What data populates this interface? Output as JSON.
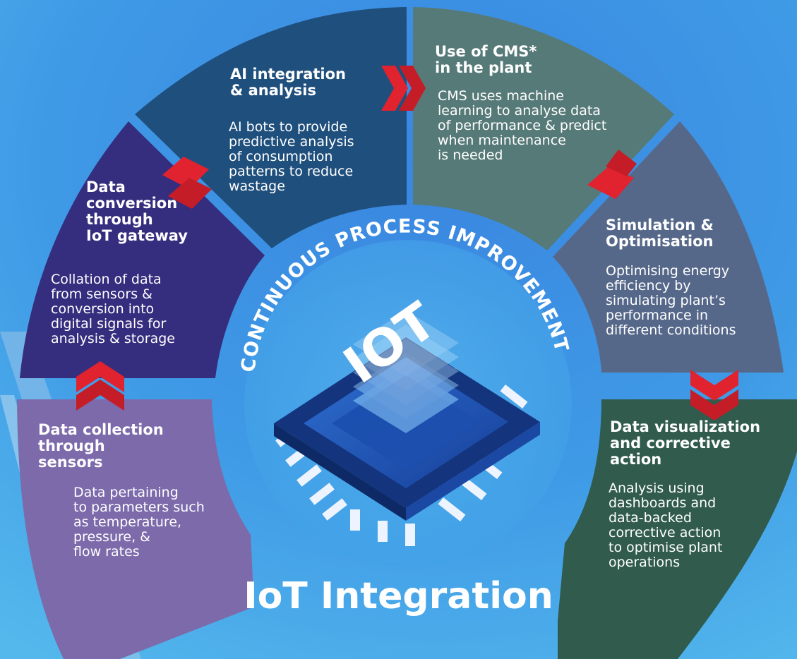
{
  "title": "IoT Integration",
  "center": {
    "arc_text": "CONTINUOUS PROCESS IMPROVEMENT",
    "chip_label": "IOT"
  },
  "colors": {
    "background": "#3f8fe0",
    "accent_chevron": "#e0232f",
    "seg_ai": "#1f4f7c",
    "seg_cms": "#567a78",
    "seg_sim": "#56688a",
    "seg_viz": "#305b4d",
    "seg_conv": "#352d7e",
    "seg_collect": "#7c6aab"
  },
  "segments": {
    "ai": {
      "title": [
        "AI integration",
        "& analysis"
      ],
      "body": [
        "AI bots to provide",
        "predictive analysis",
        "of consumption",
        "patterns to reduce",
        "wastage"
      ]
    },
    "cms": {
      "title": [
        "Use of CMS*",
        "in the plant"
      ],
      "body": [
        "CMS uses machine",
        "learning to analyse data",
        "of performance & predict",
        "when maintenance",
        "is needed"
      ]
    },
    "simulation": {
      "title": [
        "Simulation &",
        "Optimisation"
      ],
      "body": [
        "Optimising energy",
        "efficiency by",
        "simulating plant’s",
        "performance in",
        "different conditions"
      ]
    },
    "visualization": {
      "title": [
        "Data visualization",
        "and corrective",
        "action"
      ],
      "body": [
        "Analysis using",
        "dashboards and",
        "data-backed",
        "corrective action",
        "to optimise plant",
        "operations"
      ]
    },
    "conversion": {
      "title": [
        "Data",
        "conversion",
        "through",
        "IoT gateway"
      ],
      "body": [
        "Collation of data",
        "from sensors &",
        "conversion into",
        "digital signals for",
        "analysis & storage"
      ]
    },
    "collection": {
      "title": [
        "Data collection",
        "through",
        "sensors"
      ],
      "body": [
        "Data pertaining",
        "to parameters such",
        "as temperature,",
        "pressure, &",
        "flow rates"
      ]
    }
  }
}
